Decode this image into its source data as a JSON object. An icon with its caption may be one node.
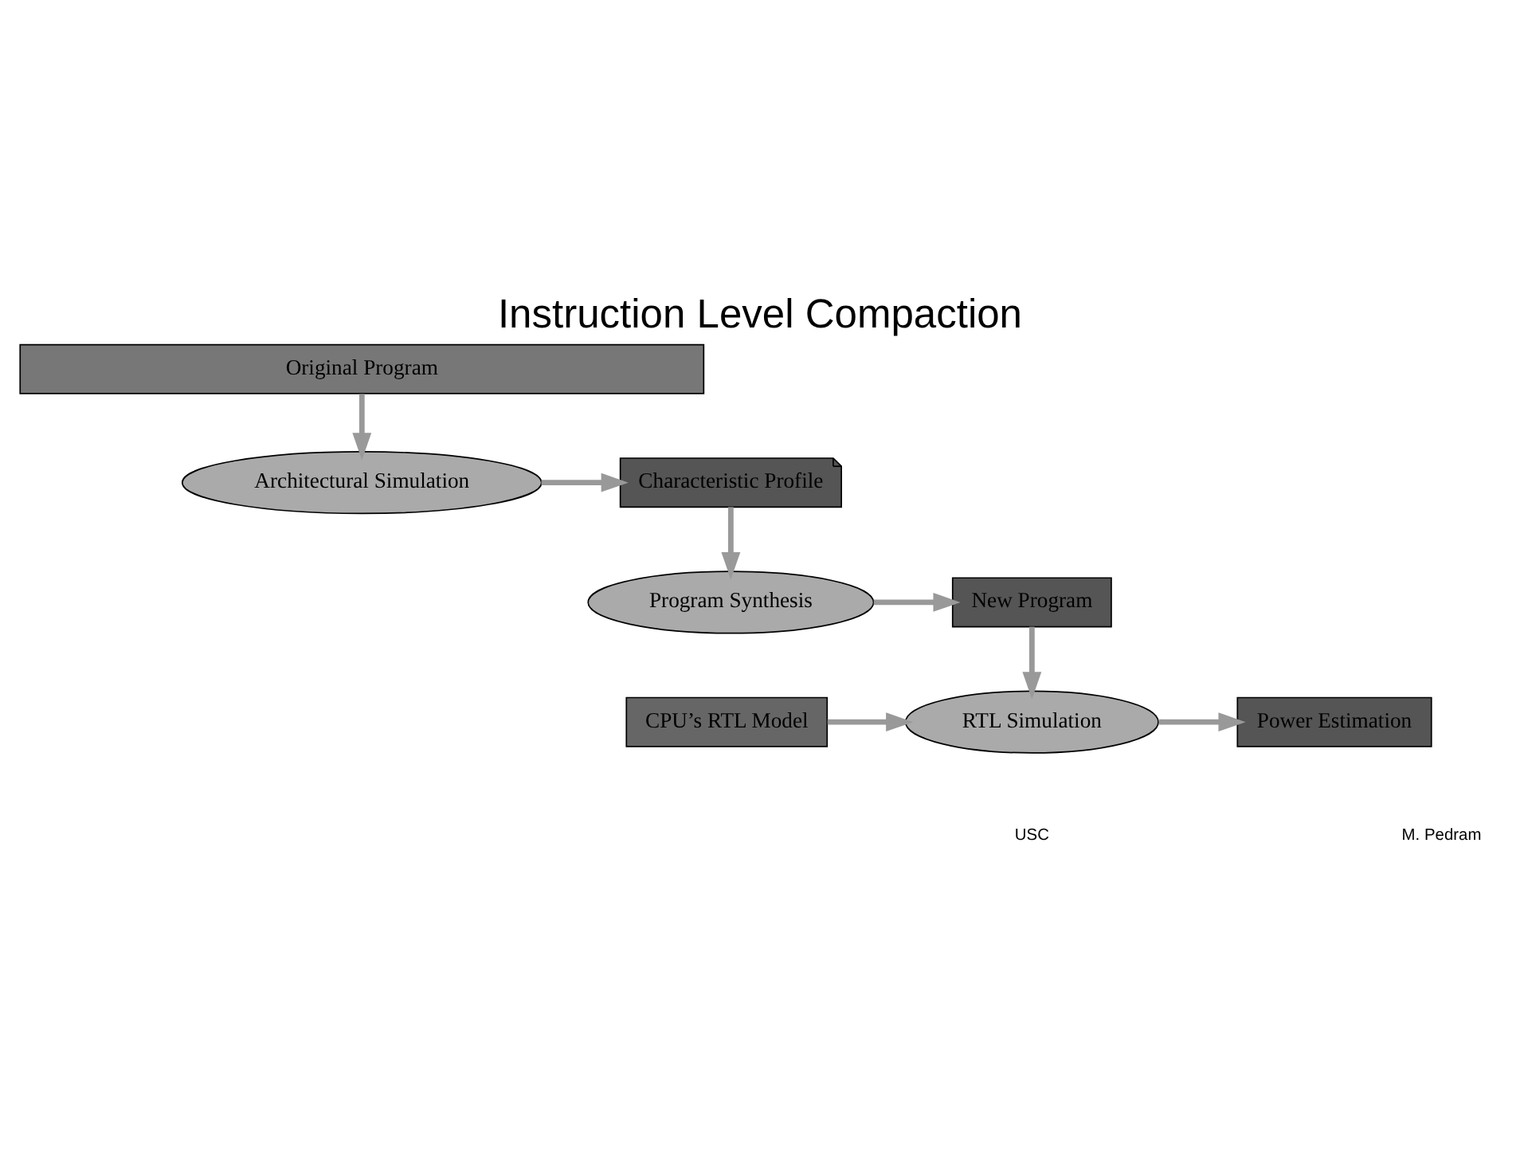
{
  "diagram": {
    "title": "Instruction Level Compaction",
    "nodes": [
      {
        "text": [
          "Original Program"
        ]
      },
      {
        "text": [
          "Architectural Simulation"
        ]
      },
      {
        "text": [
          "Characteristic Profile"
        ]
      },
      {
        "text": [
          "Program Synthesis"
        ]
      },
      {
        "text": [
          "New Program"
        ]
      },
      {
        "text": [
          "CPU’s RTL Model"
        ]
      },
      {
        "text": [
          "RTL Simulation"
        ]
      },
      {
        "text": [
          "Power Estimation"
        ]
      }
    ],
    "edges": [
      {
        "from": 0,
        "to": 1,
        "arrow": "to"
      },
      {
        "from": 1,
        "to": 2,
        "arrow": "to"
      },
      {
        "from": 2,
        "to": 3,
        "arrow": "to"
      },
      {
        "from": 3,
        "to": 4,
        "arrow": "to"
      },
      {
        "from": 4,
        "to": 6,
        "arrow": "to"
      },
      {
        "from": 5,
        "to": 6,
        "arrow": "to"
      },
      {
        "from": 6,
        "to": 7,
        "arrow": "to"
      }
    ],
    "labels": [
      "USC",
      "M. Pedram"
    ]
  }
}
